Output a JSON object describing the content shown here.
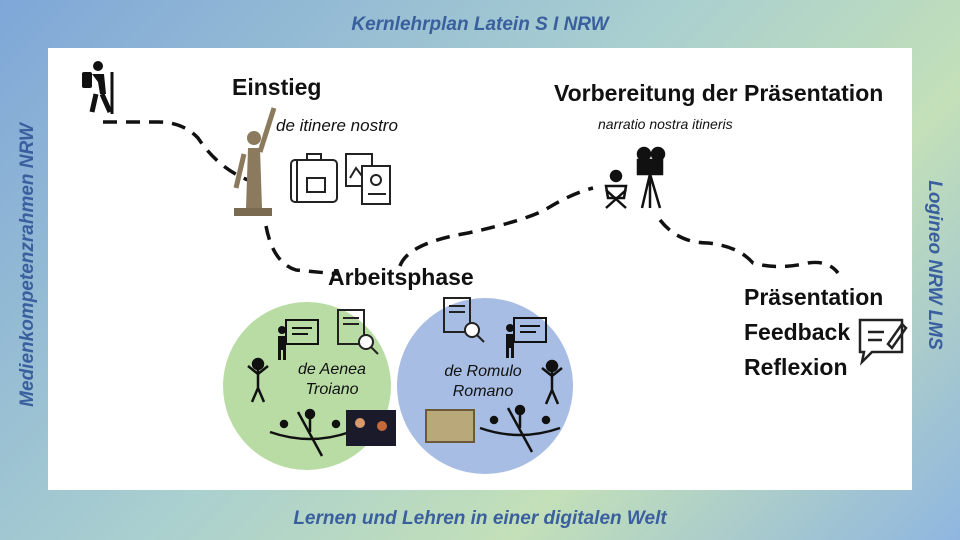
{
  "frame": {
    "top": "Kernlehrplan Latein S I NRW",
    "bottom": "Lernen und Lehren in einer digitalen Welt",
    "left": "Medienkompetenzrahmen NRW",
    "right": "Logineo NRW LMS"
  },
  "stages": {
    "einstieg": {
      "title": "Einstieg",
      "subtitle": "de itinere nostro"
    },
    "vorbereitung": {
      "title": "Vorbereitung der Präsentation",
      "subtitle": "narratio nostra itineris"
    },
    "arbeitsphase": {
      "title": "Arbeitsphase"
    },
    "abschluss": {
      "line1": "Präsentation",
      "line2": "Feedback",
      "line3": "Reflexion"
    }
  },
  "circles": {
    "aenea": {
      "line1": "de Aenea",
      "line2": "Troiano",
      "color": "#b9dca5"
    },
    "romulo": {
      "line1": "de Romulo",
      "line2": "Romano",
      "color": "#a8bde3"
    }
  },
  "colors": {
    "frame_text": "#3a5f9e",
    "path": "#111111"
  }
}
